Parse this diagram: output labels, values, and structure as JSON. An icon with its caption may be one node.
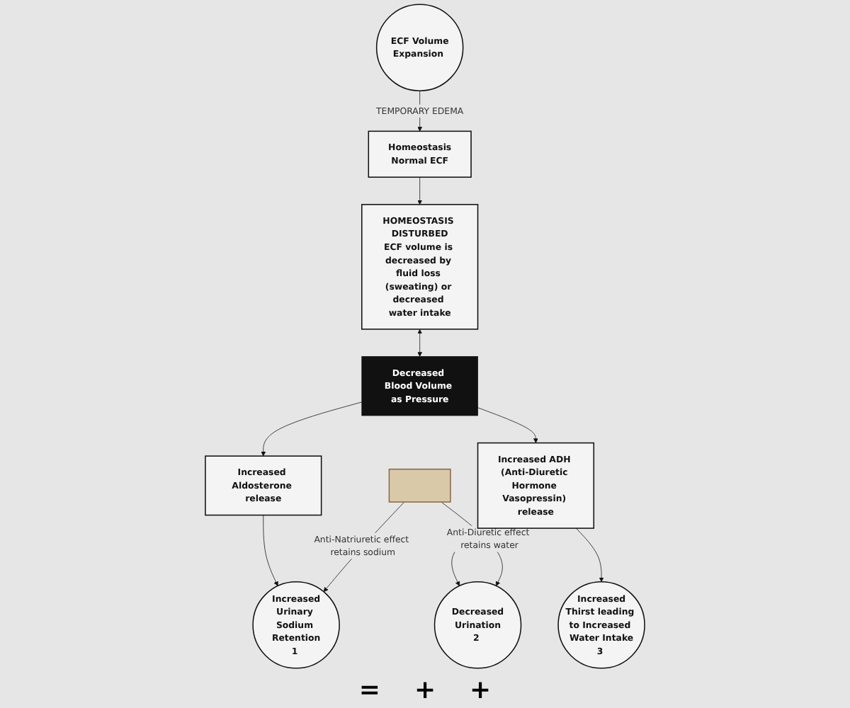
{
  "diagram": {
    "nodes": [
      {
        "text": [
          "Homeostasis",
          "Normal ECF"
        ]
      },
      {
        "text": [
          "ECF Volume Expansion"
        ]
      },
      {
        "text": [
          "HOMEOSTASIS DISTURBED",
          "ECF volume is decreased by fluid loss (sweating) or decreased water intake"
        ]
      },
      {
        "text": [
          "Decreased Blood Volume as Pressure"
        ]
      },
      {
        "text": [
          "Increased Aldosterone release"
        ]
      },
      {
        "text": [
          "Increased ADH (Anti-Diuretic Hormone Vasopressin) release"
        ]
      },
      {
        "text": [
          "Increased Urinary Sodium Retention",
          "1"
        ]
      },
      {
        "text": [
          "Decreased Urination",
          "2"
        ]
      },
      {
        "text": [
          "Increased Thirst leading to Increased Water Intake",
          "3"
        ]
      },
      {
        "text": [],
        "shape": "box"
      }
    ],
    "edges": [
      {
        "from": 1,
        "to": 0,
        "arrow": "to",
        "label": "TEMPORARY EDEMA"
      },
      {
        "from": 0,
        "to": 2,
        "arrow": "to"
      },
      {
        "from": 2,
        "to": 3,
        "arrow": "both"
      },
      {
        "from": 3,
        "to": 4,
        "arrow": "to"
      },
      {
        "from": 3,
        "to": 5,
        "arrow": "to"
      },
      {
        "from": 4,
        "to": 6,
        "arrow": "to"
      },
      {
        "from": 5,
        "to": 7,
        "arrow": "to"
      },
      {
        "from": 5,
        "to": 8,
        "arrow": "to"
      },
      {
        "from": 9,
        "to": 6,
        "arrow": "to",
        "label": "Anti-Natriuretic effect retains sodium"
      },
      {
        "from": 9,
        "to": 7,
        "arrow": "to",
        "label": "Anti-Diuretic effect retains water"
      }
    ],
    "labels": [
      "=",
      "+",
      "+"
    ]
  }
}
